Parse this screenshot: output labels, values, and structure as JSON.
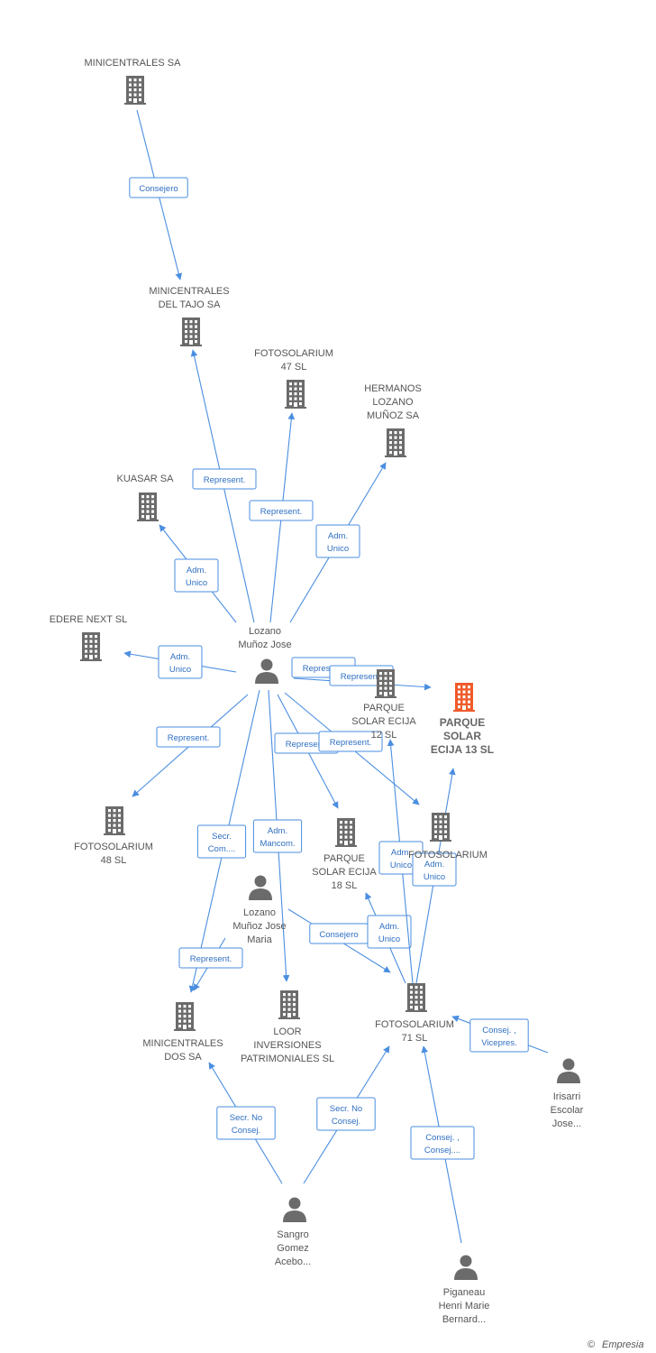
{
  "colors": {
    "edge": "#4a8ee0",
    "company": "#6b6b6b",
    "company_focus": "#f05a2a",
    "person": "#6b6b6b",
    "brand": "#f39c12"
  },
  "nodes": [
    {
      "id": "minicentrales_sa",
      "type": "company",
      "label": [
        "MINICENTRALES SA"
      ]
    },
    {
      "id": "minicentrales_tajo",
      "type": "company",
      "label": [
        "MINICENTRALES",
        "DEL TAJO SA"
      ]
    },
    {
      "id": "fotosolarium47",
      "type": "company",
      "label": [
        "FOTOSOLARIUM",
        "47 SL"
      ]
    },
    {
      "id": "hermanos_lozano",
      "type": "company",
      "label": [
        "HERMANOS",
        "LOZANO",
        "MUÑOZ SA"
      ]
    },
    {
      "id": "kuasar",
      "type": "company",
      "label": [
        "KUASAR SA"
      ]
    },
    {
      "id": "edere",
      "type": "company",
      "label": [
        "EDERE NEXT SL"
      ]
    },
    {
      "id": "lozano_jose",
      "type": "person",
      "label": [
        "Lozano",
        "Muñoz Jose"
      ]
    },
    {
      "id": "parque12",
      "type": "company",
      "label": [
        "PARQUE",
        "SOLAR ECIJA",
        "12 SL"
      ]
    },
    {
      "id": "parque13",
      "type": "company_focus",
      "label": [
        "PARQUE",
        "SOLAR",
        "ECIJA 13 SL"
      ]
    },
    {
      "id": "fotosolarium48",
      "type": "company",
      "label": [
        "FOTOSOLARIUM",
        "48 SL"
      ]
    },
    {
      "id": "parque18",
      "type": "company",
      "label": [
        "PARQUE",
        "SOLAR ECIJA",
        "18 SL"
      ]
    },
    {
      "id": "fotosolarium_r",
      "type": "company",
      "label": [
        "FOTOSOLARIUM",
        ""
      ]
    },
    {
      "id": "lozano_maria",
      "type": "person",
      "label": [
        "Lozano",
        "Muñoz Jose",
        "Maria"
      ]
    },
    {
      "id": "minicentrales_dos",
      "type": "company",
      "label": [
        "MINICENTRALES",
        "DOS SA"
      ]
    },
    {
      "id": "loor",
      "type": "company",
      "label": [
        "LOOR",
        "INVERSIONES",
        "PATRIMONIALES SL"
      ]
    },
    {
      "id": "fotosolarium71",
      "type": "company",
      "label": [
        "FOTOSOLARIUM",
        "71 SL"
      ]
    },
    {
      "id": "irisarri",
      "type": "person",
      "label": [
        "Irisarri",
        "Escolar",
        "Jose..."
      ]
    },
    {
      "id": "sangro",
      "type": "person",
      "label": [
        "Sangro",
        "Gomez",
        "Acebo..."
      ]
    },
    {
      "id": "piganeau",
      "type": "person",
      "label": [
        "Piganeau",
        "Henri Marie",
        "Bernard..."
      ]
    }
  ],
  "edges": [
    {
      "label": [
        "Consejero"
      ]
    },
    {
      "label": [
        "Represent."
      ]
    },
    {
      "label": [
        "Represent."
      ]
    },
    {
      "label": [
        "Adm.",
        "Unico"
      ]
    },
    {
      "label": [
        "Adm.",
        "Unico"
      ]
    },
    {
      "label": [
        "Adm.",
        "Unico"
      ]
    },
    {
      "label": [
        "Represent."
      ]
    },
    {
      "label": [
        "Represent."
      ]
    },
    {
      "label": [
        "Represent."
      ]
    },
    {
      "label": [
        "Represent."
      ]
    },
    {
      "label": [
        "Represent."
      ]
    },
    {
      "label": [
        "Secr.",
        "Com...."
      ]
    },
    {
      "label": [
        "Adm.",
        "Mancom."
      ]
    },
    {
      "label": [
        "Represent."
      ]
    },
    {
      "label": [
        "Consejero"
      ]
    },
    {
      "label": [
        "Adm.",
        "Unico"
      ]
    },
    {
      "label": [
        "Adm.",
        "Unico"
      ]
    },
    {
      "label": [
        "Adm.",
        "Unico"
      ]
    },
    {
      "label": [
        "Consej. ,",
        "Vicepres."
      ]
    },
    {
      "label": [
        "Secr.  No",
        "Consej."
      ]
    },
    {
      "label": [
        "Secr.  No",
        "Consej."
      ]
    },
    {
      "label": [
        "Consej. ,",
        "Consej...."
      ]
    }
  ],
  "brand": {
    "copyright": "©",
    "name": "Empresia"
  }
}
